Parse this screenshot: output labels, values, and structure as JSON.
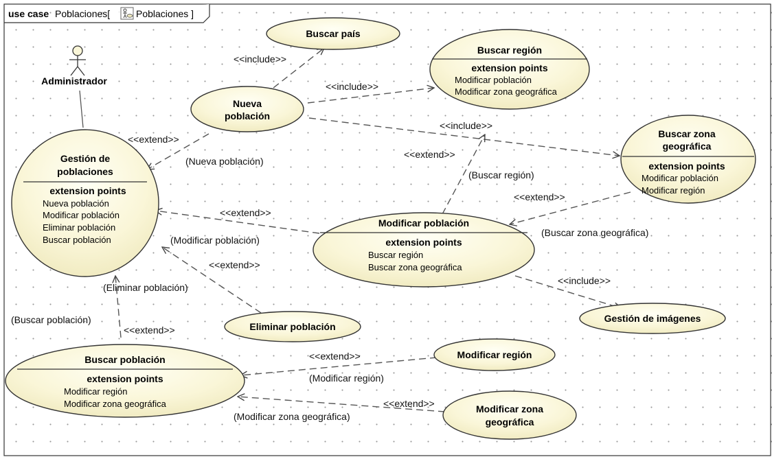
{
  "frame": {
    "keyword": "use case",
    "name": "Poblaciones[",
    "tag": "Poblaciones ]"
  },
  "actor": {
    "name": "Administrador"
  },
  "use_cases": {
    "buscar_pais": {
      "title": [
        "Buscar país"
      ]
    },
    "buscar_region": {
      "title": [
        "Buscar región"
      ],
      "ep_header": "extension points",
      "points": [
        "Modificar población",
        "Modificar zona geográfica"
      ]
    },
    "nueva_poblacion": {
      "title": [
        "Nueva",
        "población"
      ]
    },
    "buscar_zona": {
      "title": [
        "Buscar zona",
        "geográfica"
      ],
      "ep_header": "extension points",
      "points": [
        "Modificar población",
        "Modificar región"
      ]
    },
    "gestion_poblaciones": {
      "title": [
        "Gestión de",
        "poblaciones"
      ],
      "ep_header": "extension points",
      "points": [
        "Nueva población",
        "Modificar población",
        "Eliminar población",
        "Buscar población"
      ]
    },
    "modificar_poblacion": {
      "title": [
        "Modificar población"
      ],
      "ep_header": "extension points",
      "points": [
        "Buscar región",
        "Buscar zona geográfica"
      ]
    },
    "eliminar_poblacion": {
      "title": [
        "Eliminar población"
      ]
    },
    "gestion_imagenes": {
      "title": [
        "Gestión de imágenes"
      ]
    },
    "buscar_poblacion": {
      "title": [
        "Buscar población"
      ],
      "ep_header": "extension points",
      "points": [
        "Modificar región",
        "Modificar zona geográfica"
      ]
    },
    "modificar_region": {
      "title": [
        "Modificar región"
      ]
    },
    "modificar_zona": {
      "title": [
        "Modificar zona",
        "geográfica"
      ]
    }
  },
  "relation_labels": {
    "include": "<<include>>",
    "extend": "<<extend>>"
  },
  "condition_labels": {
    "nueva_poblacion": "(Nueva población)",
    "buscar_region": "(Buscar región)",
    "buscar_zona": "(Buscar zona geográfica)",
    "modificar_poblacion": "(Modificar población)",
    "eliminar_poblacion": "(Eliminar población)",
    "buscar_poblacion": "(Buscar población)",
    "modificar_region": "(Modificar región)",
    "modificar_zona": "(Modificar zona geográfica)"
  },
  "colors": {
    "uc_fill_light": "#fffff2",
    "uc_fill_dark": "#f2edc4",
    "stroke": "#333333"
  }
}
